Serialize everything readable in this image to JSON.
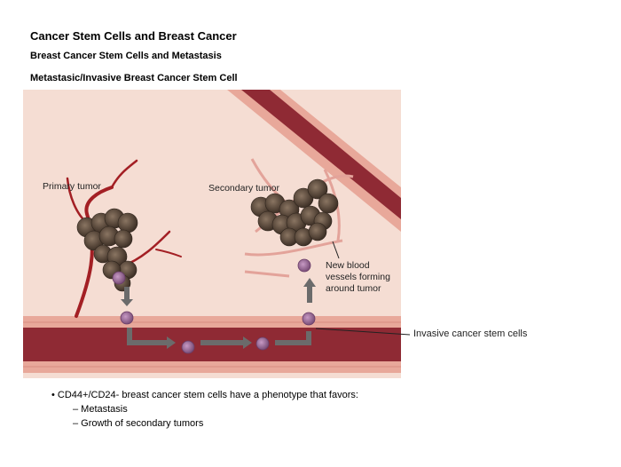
{
  "header": {
    "title": "Cancer Stem Cells and Breast Cancer",
    "subtitle": "Breast Cancer Stem Cells and Metastasis",
    "figure_title": "Metastasic/Invasive Breast Cancer Stem Cell"
  },
  "figure": {
    "labels": {
      "primary_tumor": "Primary tumor",
      "secondary_tumor": "Secondary tumor",
      "new_vessels_1": "New blood",
      "new_vessels_2": "vessels forming",
      "new_vessels_3": "around tumor",
      "invasive_cells": "Invasive cancer stem cells"
    },
    "colors": {
      "background": "#f5ddd3",
      "vessel": "#8f2a34",
      "vessel_wall": "#e8a89a",
      "tumor": "#5a4a3c",
      "stem_cell": "#9a6e96",
      "arrow": "#6b6b6b"
    }
  },
  "bullets": {
    "main": "• CD44+/CD24- breast cancer stem cells have a phenotype that favors:",
    "items": [
      "– Metastasis",
      "– Growth of secondary tumors"
    ]
  }
}
